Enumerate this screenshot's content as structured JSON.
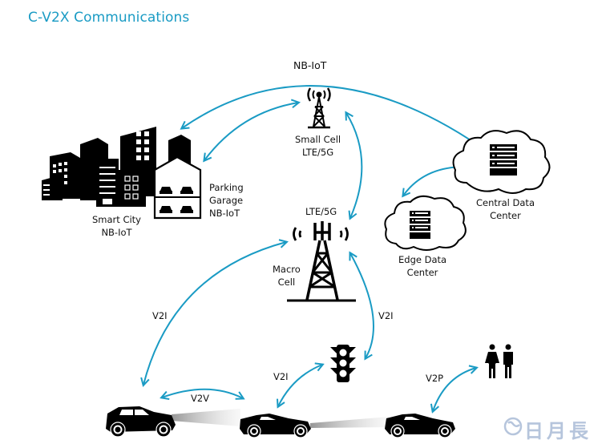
{
  "title": "C-V2X Communications",
  "colors": {
    "accent": "#1a9bc4",
    "icon": "#000000",
    "watermark": "#b6c5dc"
  },
  "nodes": {
    "smart_city": {
      "line1": "Smart City",
      "line2": "NB-IoT",
      "icon": "city-buildings-icon"
    },
    "parking_garage": {
      "line1": "Parking",
      "line2": "Garage",
      "line3": "NB-IoT",
      "icon": "parking-garage-icon"
    },
    "small_cell": {
      "line1": "Small Cell",
      "line2": "LTE/5G",
      "icon": "cell-tower-icon"
    },
    "macro_cell": {
      "tech": "LTE/5G",
      "line1": "Macro",
      "line2": "Cell",
      "icon": "macro-tower-icon"
    },
    "central_dc": {
      "line1": "Central Data",
      "line2": "Center",
      "icon": "cloud-server-icon"
    },
    "edge_dc": {
      "line1": "Edge Data",
      "line2": "Center",
      "icon": "cloud-server-icon"
    },
    "traffic_light": {
      "icon": "traffic-light-icon"
    },
    "pedestrians": {
      "icon": "pedestrians-icon"
    },
    "vehicles": [
      {
        "kind": "suv",
        "icon": "suv-icon"
      },
      {
        "kind": "sports-car",
        "icon": "car-icon"
      },
      {
        "kind": "sports-car",
        "icon": "car-icon"
      }
    ]
  },
  "links": {
    "nbiot": "NB-IoT",
    "v2i_macro": "V2I",
    "v2i_light_macro": "V2I",
    "v2i_car_light": "V2I",
    "v2v": "V2V",
    "v2p": "V2P"
  },
  "watermark": "日月長"
}
